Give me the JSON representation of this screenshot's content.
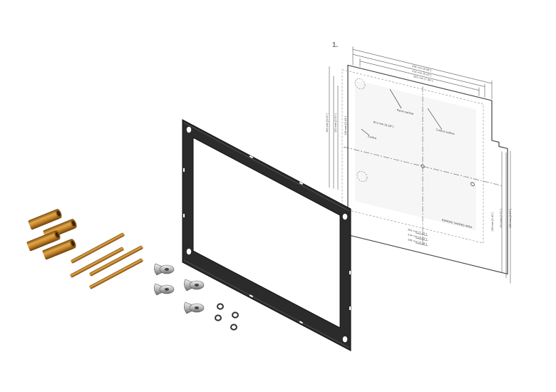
{
  "step_label": "1.",
  "template": {
    "dim_top_1": "228 mm [8.98\"]",
    "dim_top_2": "214 mm [8.43\"]",
    "dim_top_3": "202 mm [7.95\"]",
    "dim_left_1": "165 mm [6.50\"]",
    "dim_left_2": "150 mm [5.91\"]",
    "dim_left_3": "138 mm [5.43\"]",
    "dim_right_1": "138 mm [5.43\"]",
    "dim_right_2": "150 mm [5.91\"]",
    "dim_right_3": "165 mm [6.50\"]",
    "dim_bottom_1": "202 mm [7.95\"]",
    "dim_bottom_2": "214 mm [8.43\"]",
    "dim_bottom_3": "228 mm [8.98\"]",
    "label_outline_a": "Panel outline",
    "label_outline_b": "Cutout outline",
    "label_hole": "Ø 5 mm [0.20\"]",
    "label_center": "Centre",
    "label_area": "REMOVE SHADED AREA"
  }
}
